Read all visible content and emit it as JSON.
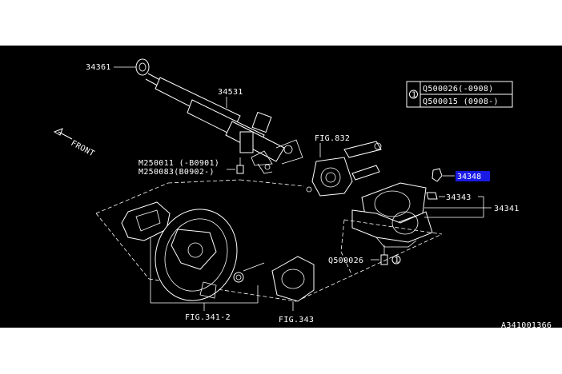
{
  "diagram": {
    "part_labels": {
      "p34361": "34361",
      "p34531": "34531",
      "fig832": "FIG.832",
      "bolt_a": "M250011 (-B0901)",
      "bolt_b": "M250083(B0902-)",
      "p34348": "34348",
      "p34343": "34343",
      "p34341": "34341",
      "q500026": "Q500026",
      "fig341_2": "FIG.341-2",
      "fig343": "FIG.343",
      "ref_code": "A341001366"
    },
    "front_label": "FRONT",
    "legend": {
      "marker": "1",
      "rows": [
        "Q500026(-0908)",
        "Q500015 (0908-)"
      ]
    },
    "highlight_color": "#1a1ae6",
    "circle_marker": "1"
  }
}
